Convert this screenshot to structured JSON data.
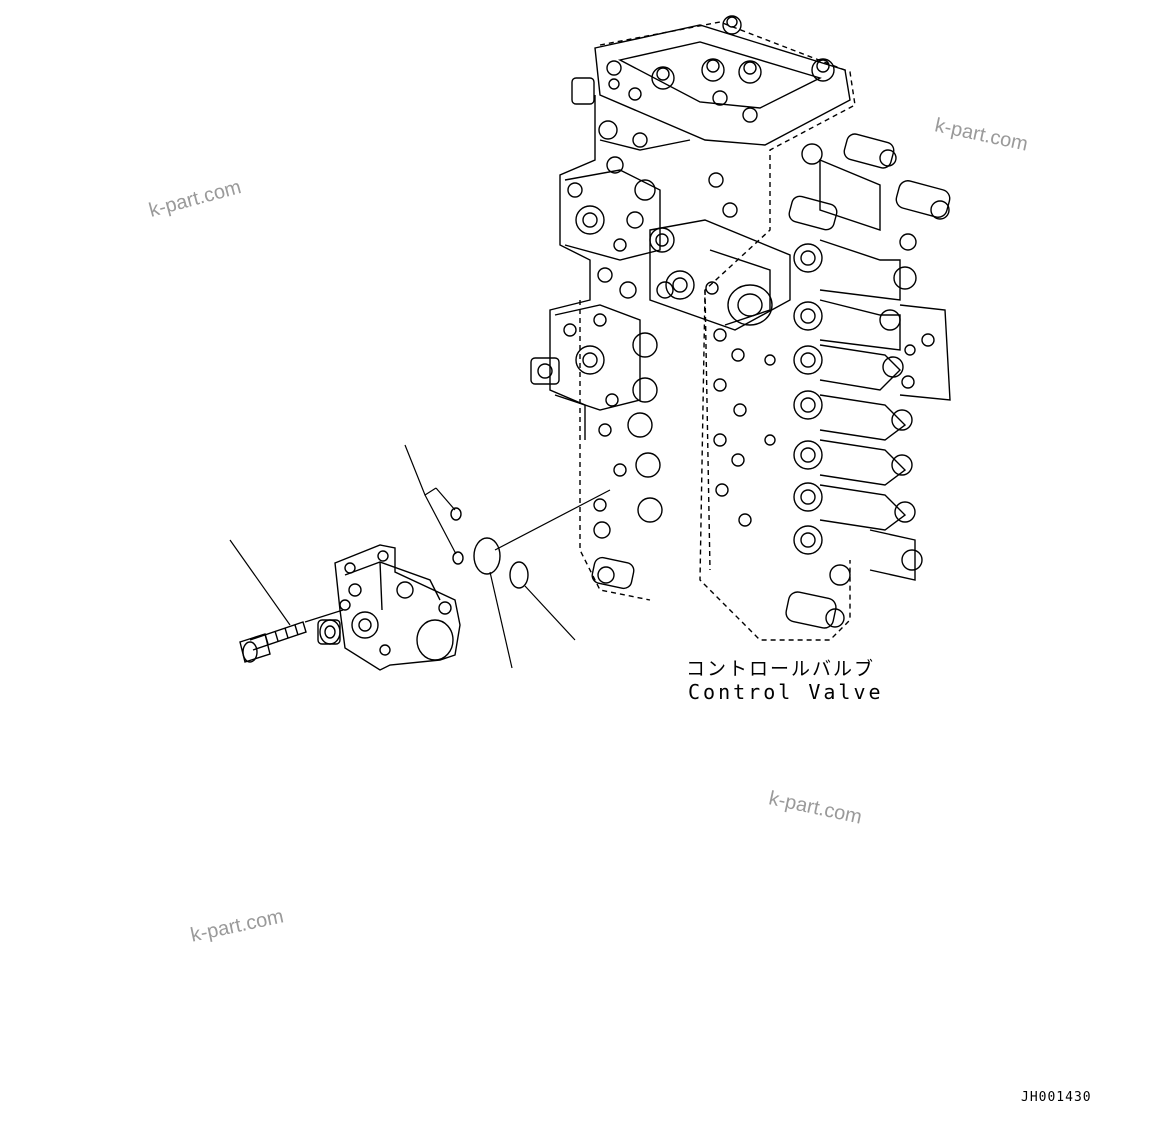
{
  "callout": {
    "label_jp": "コントロールバルブ",
    "label_en": "Control Valve"
  },
  "drawing_code": "JH001430",
  "watermarks": [
    "k-part.com",
    "k-part.com",
    "k-part.com",
    "k-part.com"
  ],
  "parts": [
    {
      "name": "control-valve-assembly"
    },
    {
      "name": "cap-screw"
    },
    {
      "name": "valve-cover-block"
    },
    {
      "name": "o-ring-small-upper"
    },
    {
      "name": "o-ring-small-lower"
    },
    {
      "name": "o-ring-large"
    },
    {
      "name": "o-ring-medium"
    }
  ],
  "colors": {
    "line": "#000000",
    "watermark": "#9a9a9a",
    "background": "#ffffff"
  }
}
